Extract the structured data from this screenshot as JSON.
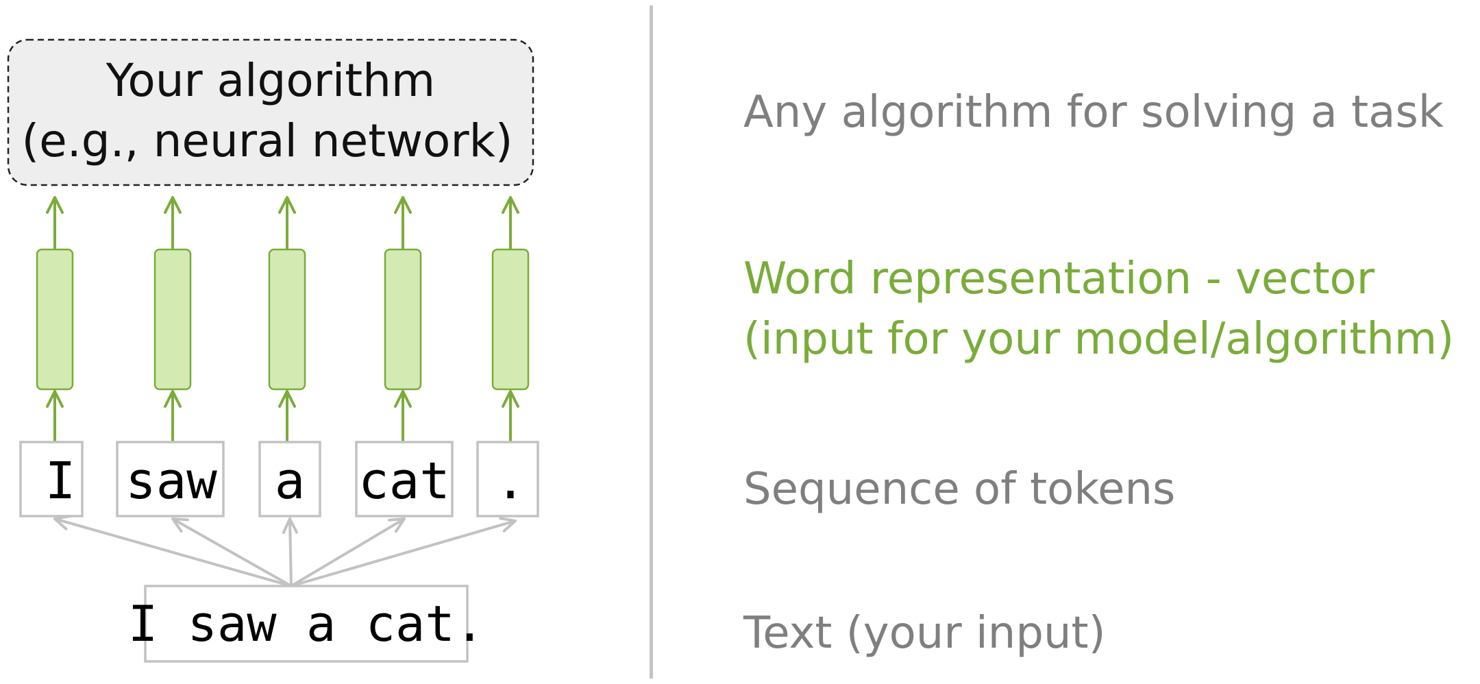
{
  "colors": {
    "green_stroke": "#7aac3a",
    "green_fill": "#d3ebb3",
    "grey_stroke": "#c2c2c2",
    "algo_fill": "#eeeeee",
    "label_grey": "#7f7f7f",
    "label_green": "#7aac3a",
    "divider": "#c4c4c4"
  },
  "diagram": {
    "algorithm_box": {
      "line1": "Your algorithm",
      "line2": "(e.g., neural network)"
    },
    "tokens": [
      "I",
      "saw",
      "a",
      "cat",
      "."
    ],
    "input_text": "I saw a cat."
  },
  "labels": {
    "algorithm": "Any algorithm for solving a task",
    "representation_line1": "Word representation - vector",
    "representation_line2": "(input for your model/algorithm)",
    "tokens": "Sequence of tokens",
    "text": "Text (your input)"
  }
}
